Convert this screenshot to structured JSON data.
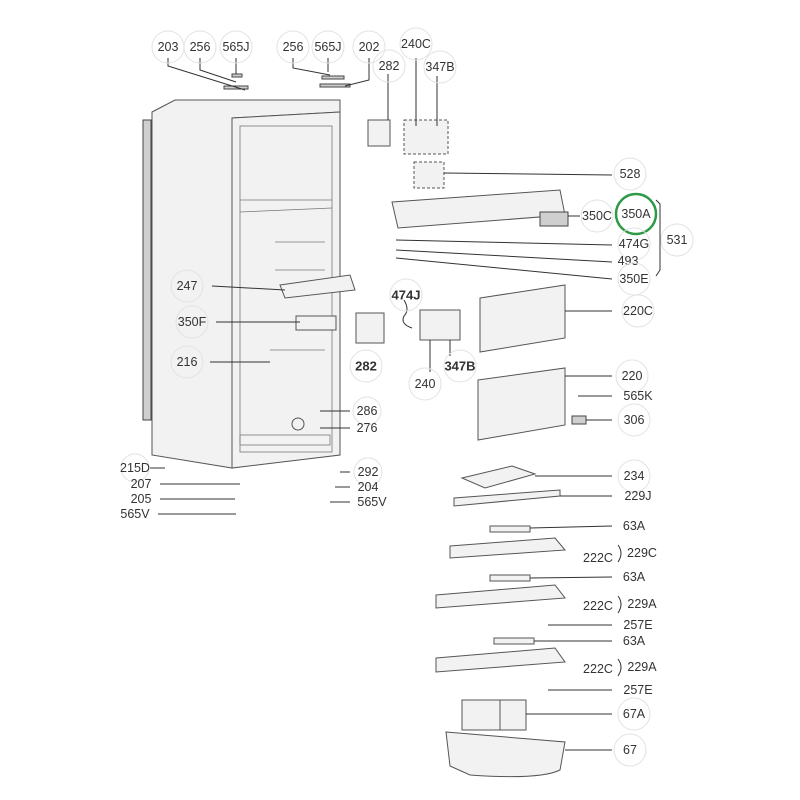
{
  "highlight_color": "#2e9a48",
  "highlighted_part": "350A",
  "labels": {
    "l203": "203",
    "l256a": "256",
    "l565ja": "565J",
    "l256b": "256",
    "l565jb": "565J",
    "l202": "202",
    "l240c": "240C",
    "l282a": "282",
    "l347ba": "347B",
    "l528": "528",
    "l350c": "350C",
    "l350a": "350A",
    "l531": "531",
    "l474g": "474G",
    "l493": "493",
    "l350e": "350E",
    "l247": "247",
    "l474j": "474J",
    "l220c": "220C",
    "l350f": "350F",
    "l216": "216",
    "l282b": "282",
    "l240": "240",
    "l347bb": "347B",
    "l220": "220",
    "l565k": "565K",
    "l306": "306",
    "l286": "286",
    "l276": "276",
    "l215d": "215D",
    "l292": "292",
    "l207": "207",
    "l204": "204",
    "l205": "205",
    "l565va": "565V",
    "l565vb": "565V",
    "l234": "234",
    "l229j": "229J",
    "l63a1": "63A",
    "l222c1": "222C",
    "l229c": "229C",
    "l63a2": "63A",
    "l222c2": "222C",
    "l229a1": "229A",
    "l257e1": "257E",
    "l63a3": "63A",
    "l222c3": "222C",
    "l229a2": "229A",
    "l257e2": "257E",
    "l67a": "67A",
    "l67": "67"
  }
}
